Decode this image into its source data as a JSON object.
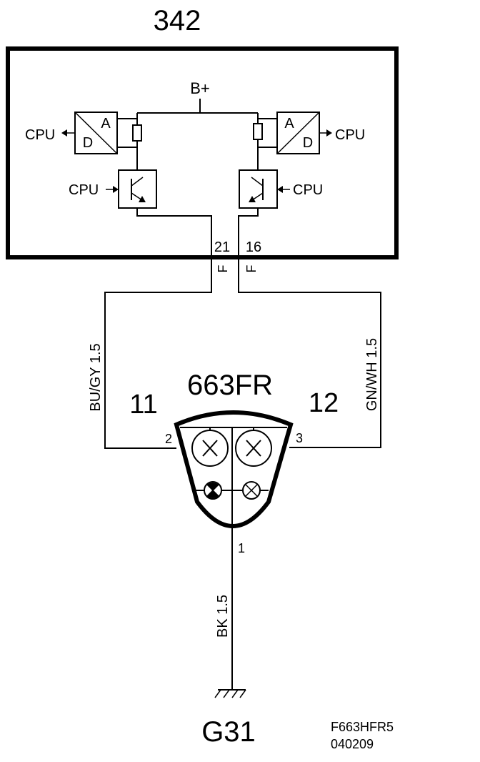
{
  "module": {
    "id": "342",
    "supply_label": "B+",
    "cpu_label": "CPU",
    "adc_top": "A",
    "adc_bottom": "D",
    "pin_left": "21",
    "pin_right": "16",
    "pin_left_type": "F",
    "pin_right_type": "F"
  },
  "wires": {
    "left": "BU/GY  1.5",
    "right": "GN/WH  1.5",
    "ground": "BK  1.5"
  },
  "lamp": {
    "id": "663FR",
    "left_number": "11",
    "right_number": "12",
    "pin_1": "1",
    "pin_2": "2",
    "pin_3": "3"
  },
  "ground": {
    "id": "G31"
  },
  "footer": {
    "code": "F663HFR5",
    "date": "040209"
  }
}
